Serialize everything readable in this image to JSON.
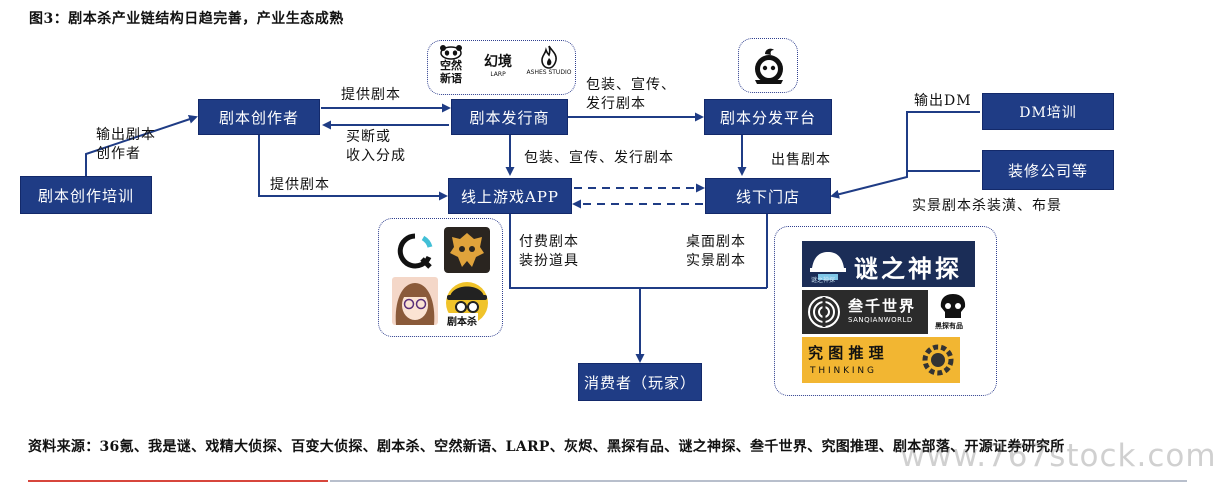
{
  "figure": {
    "title": "图3：剧本杀产业链结构日趋完善，产业生态成熟"
  },
  "nodes": {
    "training": "剧本创作培训",
    "writer": "剧本创作者",
    "publisher": "剧本发行商",
    "distribution": "剧本分发平台",
    "app": "线上游戏APP",
    "store": "线下门店",
    "dm_training": "DM培训",
    "decoration": "装修公司等",
    "consumer": "消费者（玩家）"
  },
  "edge_labels": {
    "output_writer": "输出剧本\n创作者",
    "provide_script_top": "提供剧本",
    "buyout": "买断或\n收入分成",
    "provide_script_bottom": "提供剧本",
    "pack_publish_top": "包装、宣传、\n发行剧本",
    "pack_publish_bottom": "包装、宣传、发行剧本",
    "sell_script": "出售剧本",
    "output_dm": "输出DM",
    "scene_decor": "实景剧本杀装潢、布景",
    "paid_props": "付费剧本\n装扮道具",
    "desktop_live": "桌面剧本\n实景剧本"
  },
  "logos": {
    "publisher_group": {
      "kongran": "空然\n新语",
      "huanjing": "幻境",
      "larp": "LARP",
      "ashes": "ASHES STUDIO"
    },
    "store_group": {
      "mizhi": "谜之神探",
      "mizhi_small": "谜之神探",
      "sanqian": "叁千世界",
      "sanqian_en": "SANQIANWORLD",
      "heitan": "黑探有品",
      "jiutu": "究 图 推 理",
      "thinking": "T H I N K I N G"
    },
    "app_group": {
      "jubensha": "剧本杀"
    }
  },
  "footer": {
    "source": "资料来源：36氪、我是谜、戏精大侦探、百变大侦探、剧本杀、空然新语、LARP、灰烬、黑探有品、谜之神探、叁千世界、究图推理、剧本部落、开源证券研究所",
    "watermark": "www.767stock.com"
  },
  "colors": {
    "node_fill": "#1f3c85",
    "arrow": "#1f3c85",
    "group_border": "#2f3f8f",
    "accent_red": "#d7463c"
  }
}
